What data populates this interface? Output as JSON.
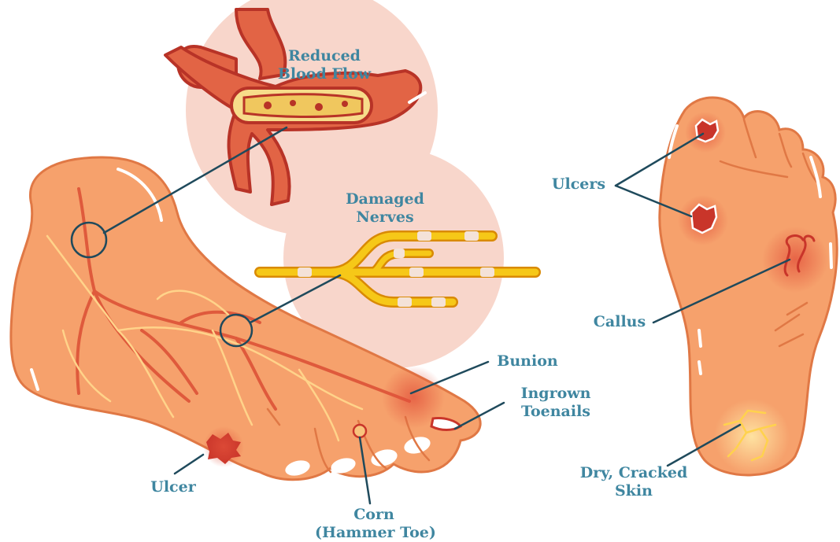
{
  "labels": {
    "reduced_blood_flow": [
      "Reduced",
      "Blood Flow"
    ],
    "damaged_nerves": [
      "Damaged",
      "Nerves"
    ],
    "bunion": "Bunion",
    "ingrown_toenails": [
      "Ingrown",
      "Toenails"
    ],
    "ulcer": "Ulcer",
    "corn": [
      "Corn",
      "(Hammer Toe)"
    ],
    "ulcers": "Ulcers",
    "callus": "Callus",
    "dry_cracked_skin": [
      "Dry, Cracked",
      "Skin"
    ]
  },
  "colors": {
    "label_text": "#3f86a0",
    "leader_line": "#1f4a5c",
    "skin": "#f6a16c",
    "skin_dark": "#ea7a47",
    "vessel": "#d9453a",
    "bubble": "#f8d6cb",
    "nerve": "#f2b705"
  }
}
